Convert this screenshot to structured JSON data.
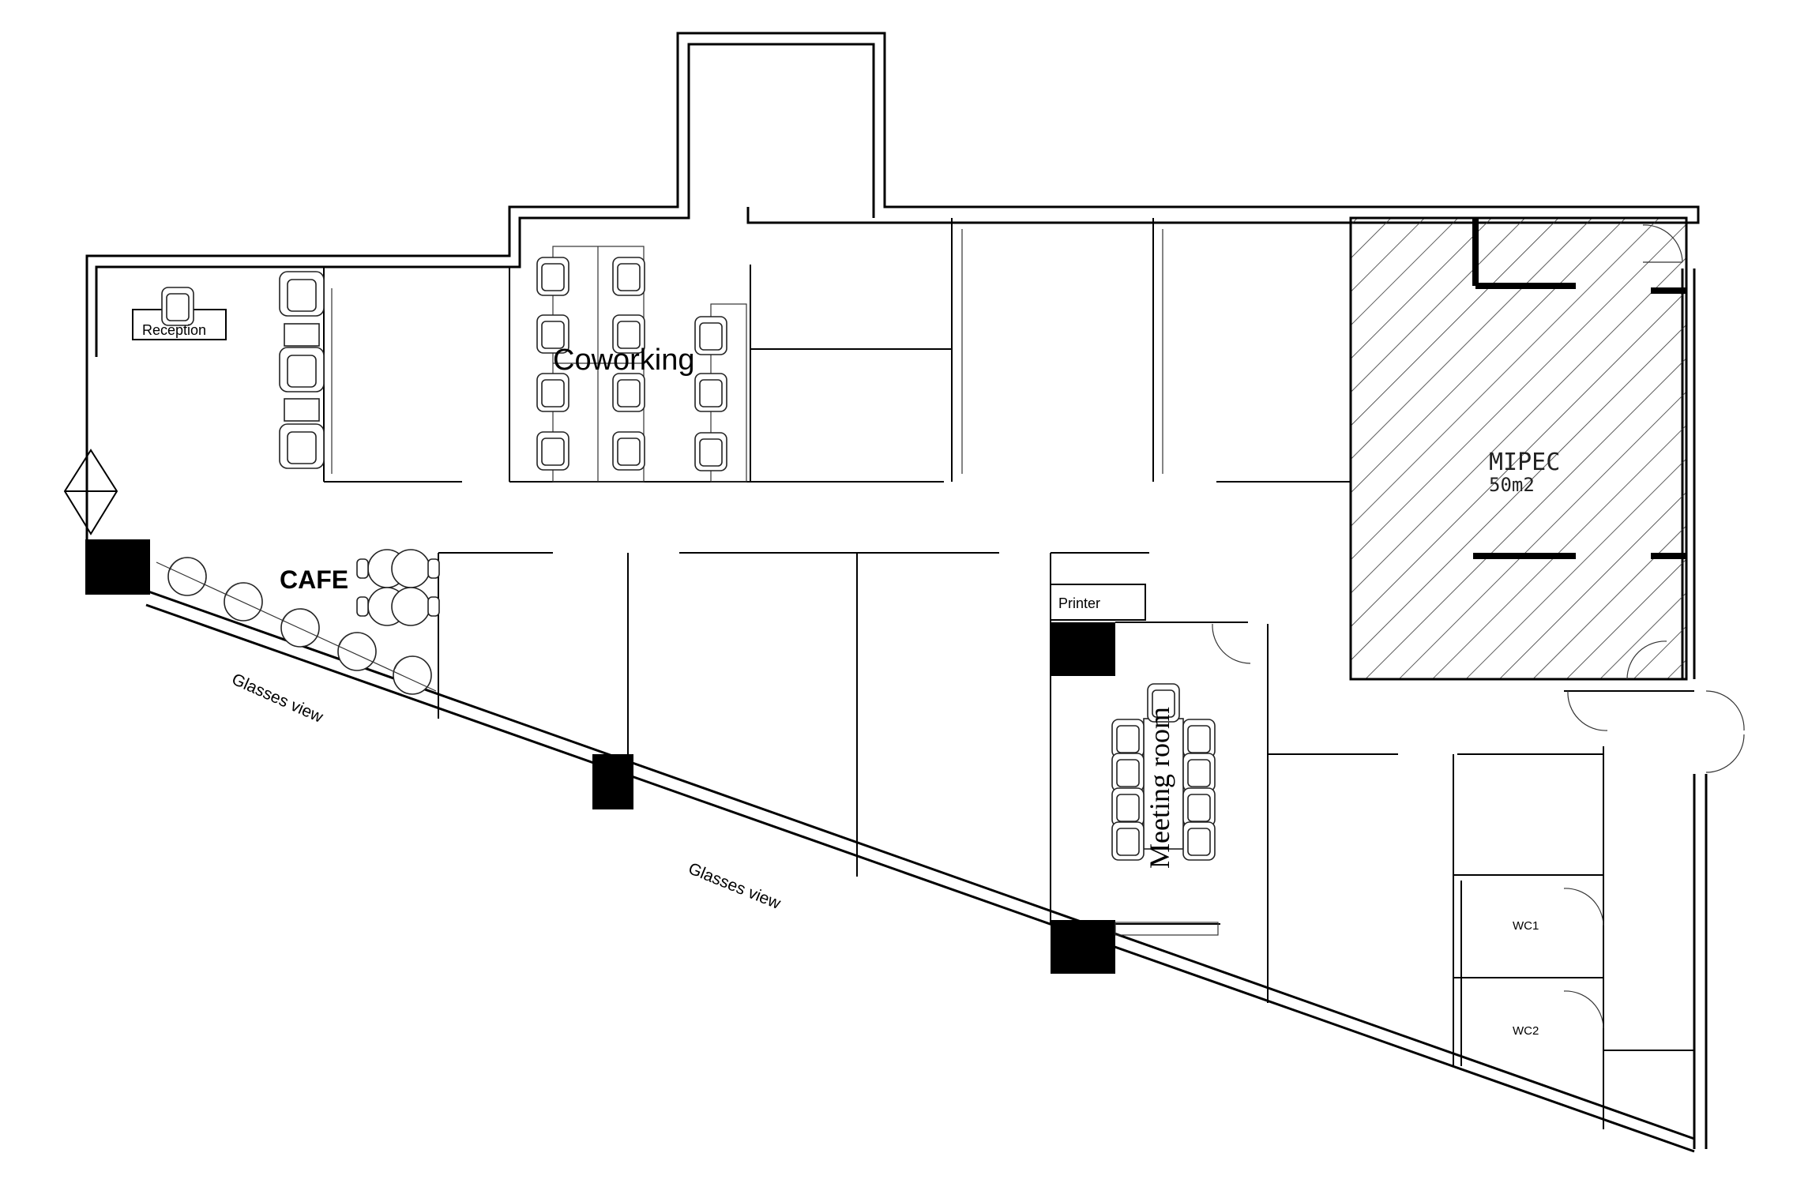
{
  "labels": {
    "reception": "Reception",
    "coworking": "Coworking",
    "cafe": "CAFE",
    "glasses_view_1": "Glasses view",
    "glasses_view_2": "Glasses view",
    "printer": "Printer",
    "meeting_room": "Meeting room",
    "mipec_name": "MIPEC",
    "mipec_area": "50m2",
    "wc1": "WC1",
    "wc2": "WC2"
  }
}
